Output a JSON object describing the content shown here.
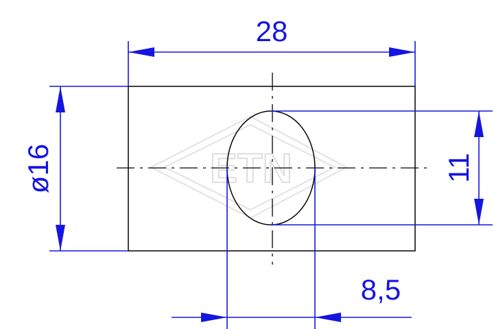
{
  "drawing": {
    "watermark": "ETN",
    "dimensions": {
      "width_label": "28",
      "diameter_label": "ø16",
      "hole_height_label": "11",
      "hole_width_label": "8,5"
    },
    "colors": {
      "outline": "#000000",
      "dimension": "#1515e0",
      "watermark": "#dedede"
    }
  }
}
